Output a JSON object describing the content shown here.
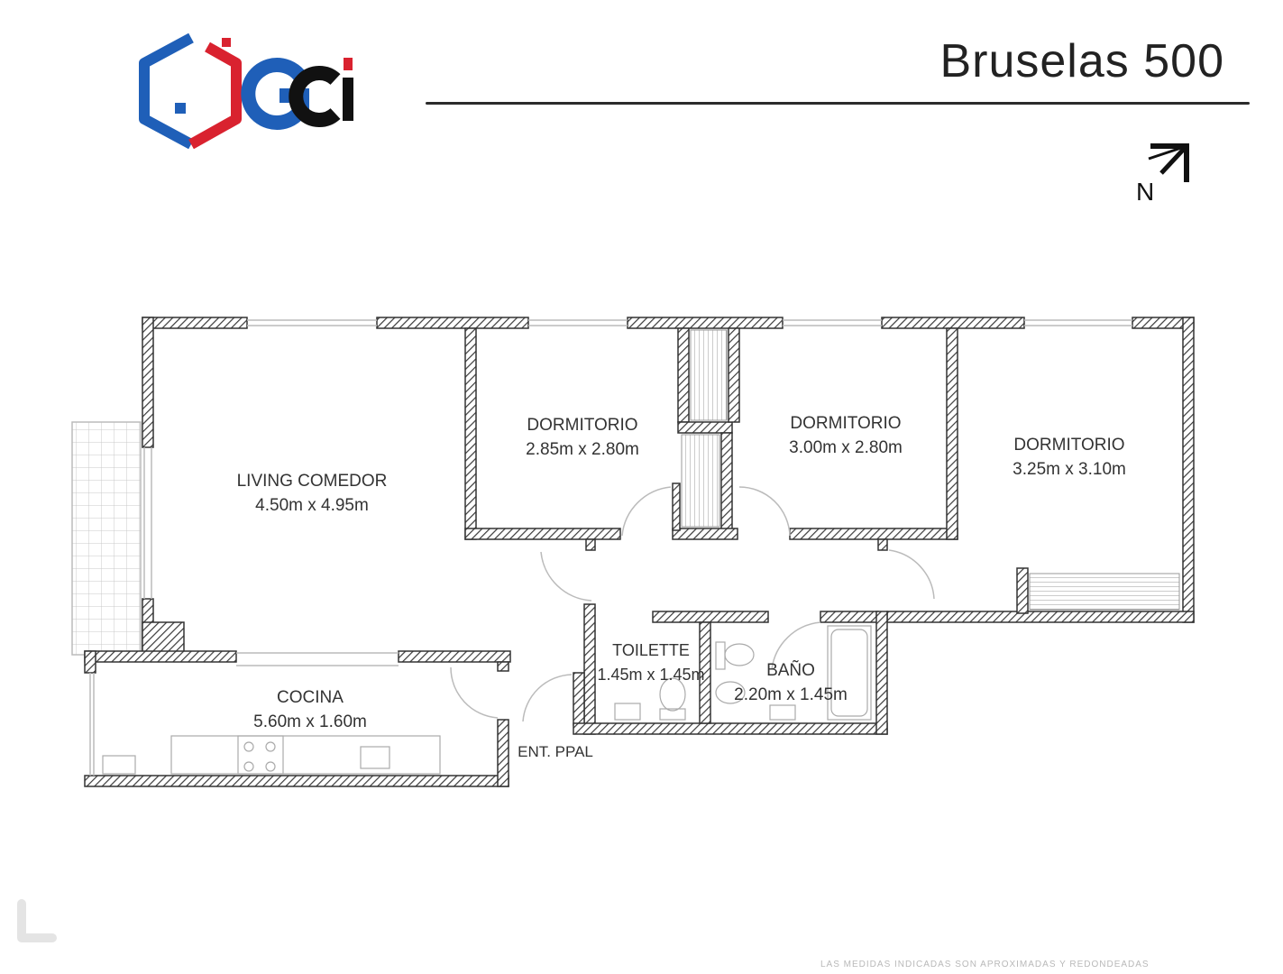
{
  "header": {
    "logo_text": "GCI",
    "title": "Bruselas 500"
  },
  "colors": {
    "logo_blue": "#1f5fb8",
    "logo_red": "#d9222f",
    "logo_black": "#111111",
    "wall": "#3a3a3a"
  },
  "north_arrow": {
    "label": "N",
    "icon": "north-arrow-icon"
  },
  "rooms": {
    "living": {
      "name": "LIVING COMEDOR",
      "size": "4.50m x 4.95m"
    },
    "bedroom1": {
      "name": "DORMITORIO",
      "size": "2.85m x 2.80m"
    },
    "bedroom2": {
      "name": "DORMITORIO",
      "size": "3.00m x 2.80m"
    },
    "bedroom3": {
      "name": "DORMITORIO",
      "size": "3.25m x 3.10m"
    },
    "kitchen": {
      "name": "COCINA",
      "size": "5.60m x 1.60m"
    },
    "toilette": {
      "name": "TOILETTE",
      "size": "1.45m x 1.45m"
    },
    "bath": {
      "name": "BAÑO",
      "size": "2.20m x 1.45m"
    }
  },
  "entrance": {
    "label": "ENT. PPAL"
  },
  "footer": {
    "note": "LAS MEDIDAS INDICADAS SON APROXIMADAS Y REDONDEADAS"
  }
}
